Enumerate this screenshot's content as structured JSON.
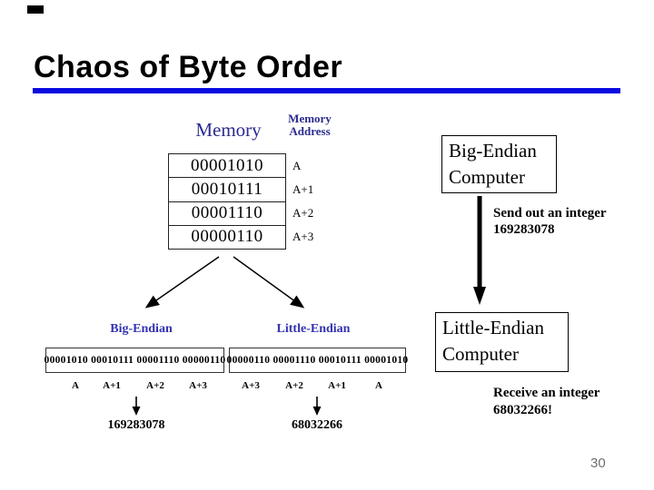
{
  "slide": {
    "title": "Chaos of Byte Order",
    "page_number": "30",
    "accent_color": "#0b0be0",
    "label_blue": "#3333b3",
    "header_navy": "#2b2b8f"
  },
  "memory_diagram": {
    "memory_label": "Memory",
    "address_label_line1": "Memory",
    "address_label_line2": "Address",
    "cells": [
      "00001010",
      "00010111",
      "00001110",
      "00000110"
    ],
    "addresses": [
      "A",
      "A+1",
      "A+2",
      "A+3"
    ]
  },
  "big_endian": {
    "label": "Big-Endian",
    "bytes": "00001010 00010111 00001110 00000110",
    "addresses": [
      "A",
      "A+1",
      "A+2",
      "A+3"
    ],
    "value": "169283078"
  },
  "little_endian": {
    "label": "Little-Endian",
    "bytes": "00000110 00001110 00010111 00001010",
    "addresses": [
      "A+3",
      "A+2",
      "A+1",
      "A"
    ],
    "value": "68032266"
  },
  "computers": {
    "big_box_line1": "Big-Endian",
    "big_box_line2": "Computer",
    "send_line1": "Send out an integer",
    "send_line2": "169283078",
    "little_box_line1": "Little-Endian",
    "little_box_line2": "Computer",
    "receive_line1": "Receive an integer",
    "receive_line2": "68032266!"
  }
}
